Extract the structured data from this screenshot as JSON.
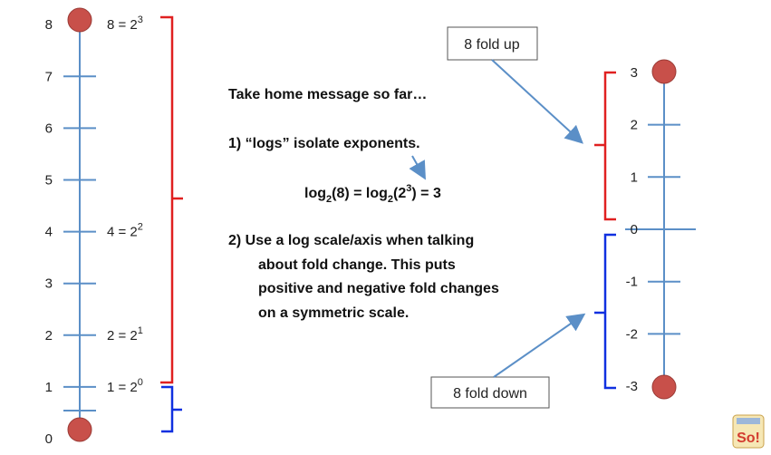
{
  "left_axis": {
    "ticks": [
      "0",
      "1",
      "2",
      "3",
      "4",
      "5",
      "6",
      "7",
      "8"
    ],
    "annotations": [
      {
        "value": 8,
        "text": "8 = 2",
        "exp": "3"
      },
      {
        "value": 4,
        "text": "4 = 2",
        "exp": "2"
      },
      {
        "value": 2,
        "text": "2 = 2",
        "exp": "1"
      },
      {
        "value": 1,
        "text": "1 = 2",
        "exp": "0"
      }
    ],
    "markers": [
      0,
      8
    ]
  },
  "right_axis": {
    "ticks": [
      "3",
      "2",
      "1",
      "0",
      "-1",
      "-2",
      "-3"
    ],
    "markers": [
      3,
      -3
    ]
  },
  "callouts": {
    "up": "8 fold up",
    "down": "8 fold down"
  },
  "message": {
    "title": "Take home message so far…",
    "point1": "1)  “logs” isolate exponents.",
    "formula": {
      "a": "log",
      "a_sub": "2",
      "b": "(8) = log",
      "b_sub": "2",
      "c": "(2",
      "c_sup": "3",
      "d": ") = 3"
    },
    "point2_lines": [
      "2)  Use a log scale/axis when talking",
      "about fold change. This puts",
      "positive and negative fold changes",
      "on a symmetric scale."
    ]
  },
  "colors": {
    "axis": "#5b8fc7",
    "marker": "#c8504a",
    "bracket_red": "#e02020",
    "bracket_blue": "#1030e0",
    "arrow": "#5b8fc7"
  },
  "logo": {
    "text": "So!",
    "icon": "statquest-logo-icon"
  }
}
